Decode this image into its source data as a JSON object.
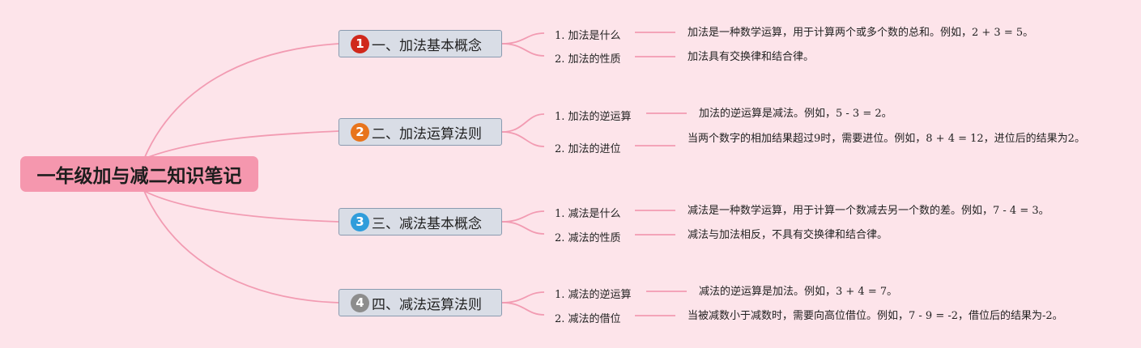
{
  "title": "一年级加与减二知识笔记",
  "colors": {
    "background": "#fde4ea",
    "root": "#f597ae",
    "connector": "#f29bb2",
    "badge_1": "#d0281b",
    "badge_2": "#e8741c",
    "badge_3": "#2f9ddb",
    "badge_4": "#8d8d8d"
  },
  "branches": [
    {
      "badge": "1",
      "label": "一、加法基本概念",
      "items": [
        {
          "label": "1. 加法是什么",
          "desc": "加法是一种数学运算，用于计算两个或多个数的总和。例如，2 + 3 = 5。"
        },
        {
          "label": "2. 加法的性质",
          "desc": "加法具有交换律和结合律。"
        }
      ]
    },
    {
      "badge": "2",
      "label": "二、加法运算法则",
      "items": [
        {
          "label": "1. 加法的逆运算",
          "desc": "加法的逆运算是减法。例如，5 - 3 = 2。"
        },
        {
          "label": "2. 加法的进位",
          "desc": "当两个数字的相加结果超过9时，需要进位。例如，8 + 4 = 12，进位后的结果为2。"
        }
      ]
    },
    {
      "badge": "3",
      "label": "三、减法基本概念",
      "items": [
        {
          "label": "1. 减法是什么",
          "desc": "减法是一种数学运算，用于计算一个数减去另一个数的差。例如，7 - 4 = 3。"
        },
        {
          "label": "2. 减法的性质",
          "desc": "减法与加法相反，不具有交换律和结合律。"
        }
      ]
    },
    {
      "badge": "4",
      "label": "四、减法运算法则",
      "items": [
        {
          "label": "1. 减法的逆运算",
          "desc": "减法的逆运算是加法。例如，3 + 4 = 7。"
        },
        {
          "label": "2. 减法的借位",
          "desc": "当被减数小于减数时，需要向高位借位。例如，7 - 9 = -2，借位后的结果为-2。"
        }
      ]
    }
  ]
}
